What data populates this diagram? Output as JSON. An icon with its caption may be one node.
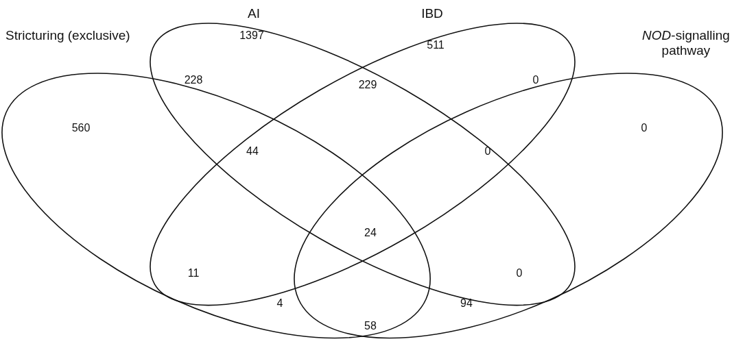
{
  "diagram": {
    "nodes": [
      {
        "text": [
          "Stricturing (exclusive)"
        ]
      },
      {
        "text": [
          "AI"
        ]
      },
      {
        "text": [
          "IBD"
        ]
      },
      {
        "text": [
          "*NOD*-signalling pathway"
        ]
      }
    ],
    "labels": [
      "1397",
      "511",
      "229",
      "228",
      "0",
      "560",
      "0",
      "44",
      "0",
      "24",
      "11",
      "0",
      "4",
      "94",
      "58"
    ]
  }
}
